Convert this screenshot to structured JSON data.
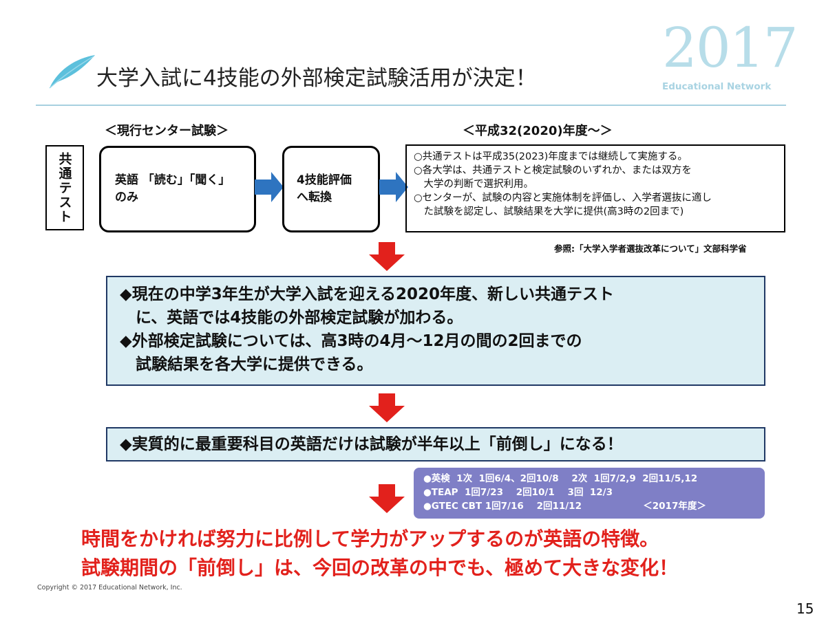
{
  "header": {
    "title": "大学入試に4技能の外部検定試験活用が決定！",
    "logo_year": "2017",
    "logo_subtitle": "Educational Network"
  },
  "columns": {
    "left_heading": "＜現行センター試験＞",
    "right_heading": "＜平成32(2020)年度～＞"
  },
  "side_label": "共通テスト",
  "current_box": {
    "line1": "英語 「読む」「聞く」",
    "line2": "のみ"
  },
  "change_box": {
    "line1": "4技能評価",
    "line2": "へ転換"
  },
  "info_box": {
    "lines": [
      "○共通テストは平成35(2023)年度までは継続して実施する。",
      "○各大学は、共通テストと検定試験のいずれか、または双方を",
      "　大学の判断で選択利用。",
      "○センターが、試験の内容と実施体制を評価し、入学者選抜に適し",
      "　た試験を認定し、試験結果を大学に提供(高3時の2回まで)"
    ]
  },
  "reference": "参照:「大学入学者選抜改革について」文部科学省",
  "panel1": {
    "lines": [
      "◆現在の中学3年生が大学入試を迎える2020年度、新しい共通テスト",
      "　に、英語では4技能の外部検定試験が加わる。",
      "◆外部検定試験については、高3時の4月～12月の間の2回までの",
      "　試験結果を各大学に提供できる。"
    ]
  },
  "panel2": {
    "text": "◆実質的に最重要科目の英語だけは試験が半年以上「前倒し」になる！"
  },
  "exam_box": {
    "lines": [
      "●英検  1次  1回6/4、2回10/8    2次  1回7/2,9  2回11/5,12",
      "●TEAP  1回7/23    2回10/1    3回  12/3",
      "●GTEC CBT 1回7/16    2回11/12                   ＜2017年度＞"
    ]
  },
  "conclusion": {
    "line1": "時間をかければ努力に比例して学力がアップするのが英語の特徴。",
    "line2": "試験期間の「前倒し」は、今回の改革の中でも、極めて大きな変化！"
  },
  "footer": {
    "copyright": "Copyright ©  2017  Educational Network, Inc.",
    "page_number": "15"
  },
  "colors": {
    "accent_red": "#e2211c",
    "arrow_blue": "#2e74c0",
    "panel_bg": "#dbeef3",
    "panel_border": "#1f3864",
    "exam_bg": "#7f7fc6"
  }
}
